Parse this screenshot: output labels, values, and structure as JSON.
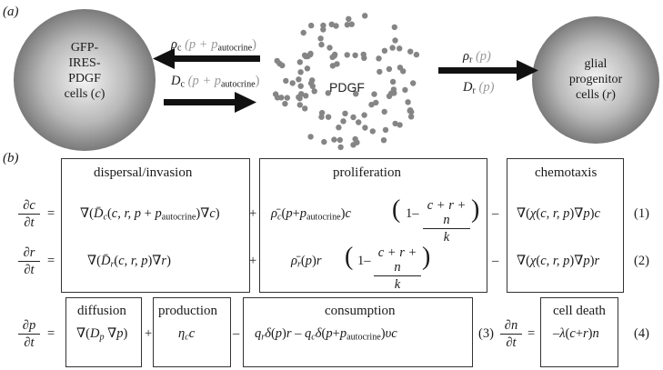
{
  "panel_a": {
    "label": "(a)",
    "left_cell": {
      "lines": [
        "GFP-",
        "IRES-",
        "PDGF",
        "cells ("
      ],
      "symbol": "c",
      "close": ")"
    },
    "right_cell": {
      "lines": [
        "glial",
        "progenitor",
        "cells ("
      ],
      "symbol": "r",
      "close": ")"
    },
    "center_label": "PDGF",
    "arrow_top_left": {
      "sym": "ρ",
      "sub": "c",
      "arg": "(p + p",
      "argsub": "autocrine",
      "close": ")"
    },
    "arrow_bottom_left": {
      "sym": "D",
      "sub": "c",
      "arg": "(p + p",
      "argsub": "autocrine",
      "close": ")"
    },
    "arrow_top_right": {
      "sym": "ρ",
      "sub": "r",
      "arg": "(p)"
    },
    "arrow_bottom_right": {
      "sym": "D",
      "sub": "r",
      "arg": "(p)"
    }
  },
  "panel_b": {
    "label": "(b)",
    "headers": {
      "dispersal": "dispersal/invasion",
      "proliferation": "proliferation",
      "chemotaxis": "chemotaxis",
      "diffusion": "diffusion",
      "production": "production",
      "consumption": "consumption",
      "cell_death": "cell death"
    },
    "equation_numbers": [
      "(1)",
      "(2)",
      "(3)",
      "(4)"
    ],
    "operators": {
      "eq": "=",
      "plus": "+",
      "minus": "–"
    },
    "lhs": {
      "c": {
        "num": "∂c",
        "den": "∂t"
      },
      "r": {
        "num": "∂r",
        "den": "∂t"
      },
      "p": {
        "num": "∂p",
        "den": "∂t"
      },
      "n": {
        "num": "∂n",
        "den": "∂t"
      }
    },
    "fraction": {
      "num": "c + r + n",
      "den": "k",
      "one_minus": "1–"
    }
  }
}
